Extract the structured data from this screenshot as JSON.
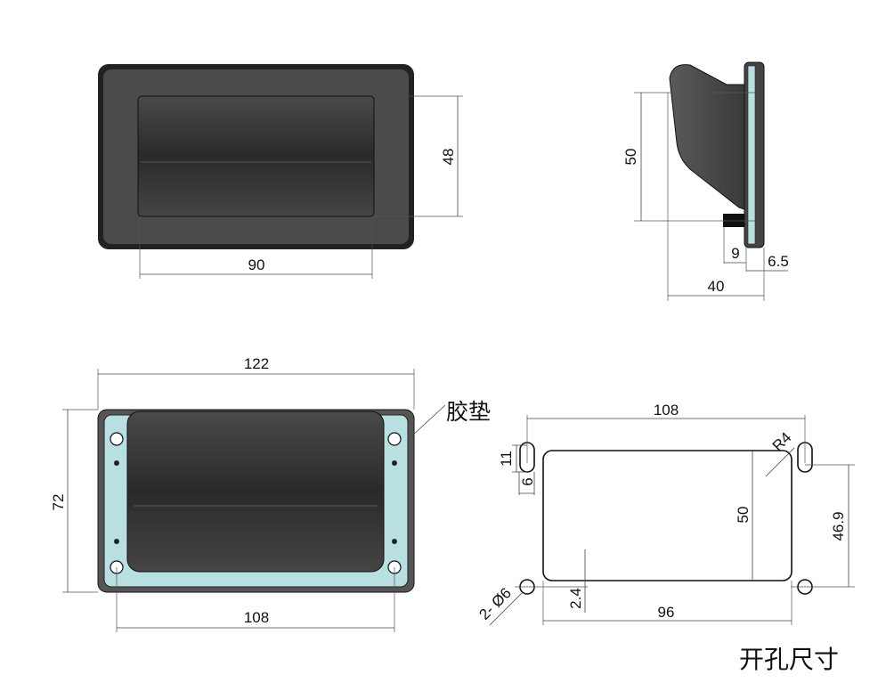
{
  "title": "开孔尺寸",
  "gasket_label": "胶垫",
  "front_view": {
    "width_dim": "90",
    "height_dim": "48"
  },
  "side_view": {
    "height_dim": "50",
    "depth_dim": "40",
    "stud_dim": "9",
    "flange_dim": "6.5"
  },
  "back_view": {
    "overall_width_dim": "122",
    "overall_height_dim": "72",
    "hole_spacing_dim": "108"
  },
  "cutout": {
    "hole_spacing_dim": "108",
    "slot_height_dim": "11",
    "slot_width_dim": "6",
    "opening_height_dim": "50",
    "hole_vertical_dim": "46.9",
    "opening_width_dim": "96",
    "offset_dim": "2.4",
    "radius_dim": "R4",
    "hole_dim": "2- Ø6"
  },
  "colors": {
    "body": "#3a3a3a",
    "gasket": "#b8e0e0",
    "line": "#111111"
  }
}
